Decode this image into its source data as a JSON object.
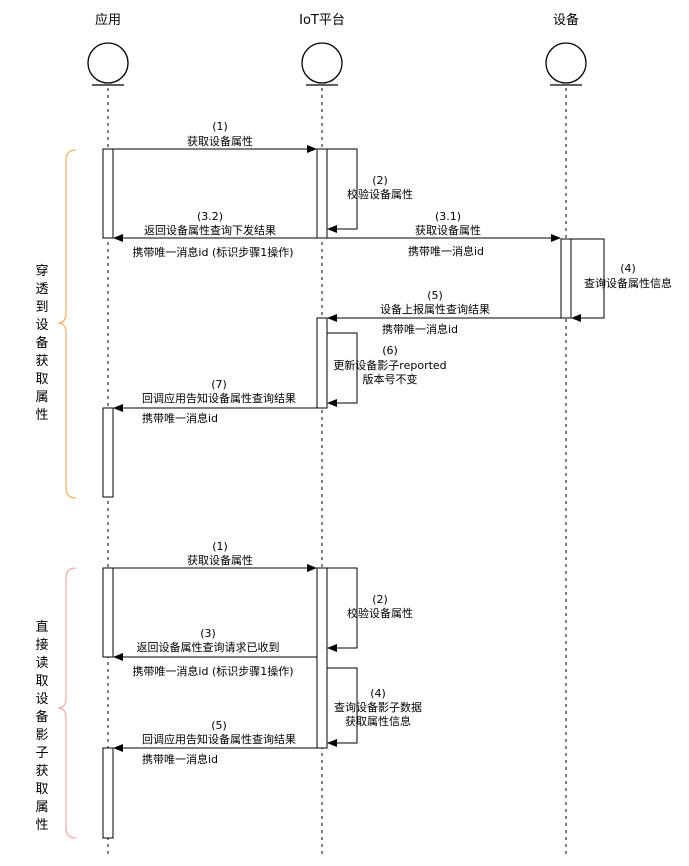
{
  "participants": {
    "app": "应用",
    "iot": "IoT平台",
    "device": "设备"
  },
  "groups": {
    "top": {
      "label": [
        "穿",
        "透",
        "到",
        "设",
        "备",
        "获",
        "取",
        "属",
        "性"
      ],
      "brace_color": "#f5a142"
    },
    "bottom": {
      "label": [
        "直",
        "接",
        "读",
        "取",
        "设",
        "备",
        "影",
        "子",
        "获",
        "取",
        "属",
        "性"
      ],
      "brace_color": "#f29a9a"
    }
  },
  "top_flow": {
    "m1_num": "(1)",
    "m1_text": "获取设备属性",
    "m2_num": "(2)",
    "m2_text": "校验设备属性",
    "m32_num": "(3.2)",
    "m32_text": "返回设备属性查询下发结果",
    "m32_note": "携带唯一消息id (标识步骤1操作)",
    "m31_num": "(3.1)",
    "m31_text": "获取设备属性",
    "m31_note": "携带唯一消息id",
    "m4_num": "(4)",
    "m4_text": "查询设备属性信息",
    "m5_num": "(5)",
    "m5_text": "设备上报属性查询结果",
    "m5_note": "携带唯一消息id",
    "m6_num": "(6)",
    "m6_line1": "更新设备影子reported",
    "m6_line2": "版本号不变",
    "m7_num": "(7)",
    "m7_text": "回调应用告知设备属性查询结果",
    "m7_note": "携带唯一消息id"
  },
  "bottom_flow": {
    "m1_num": "(1)",
    "m1_text": "获取设备属性",
    "m2_num": "(2)",
    "m2_text": "校验设备属性",
    "m3_num": "(3)",
    "m3_text": "返回设备属性查询请求已收到",
    "m3_note": "携带唯一消息id (标识步骤1操作)",
    "m4_num": "(4)",
    "m4_line1": "查询设备影子数据",
    "m4_line2": "获取属性信息",
    "m5_num": "(5)",
    "m5_text": "回调应用告知设备属性查询结果",
    "m5_note": "携带唯一消息id"
  }
}
